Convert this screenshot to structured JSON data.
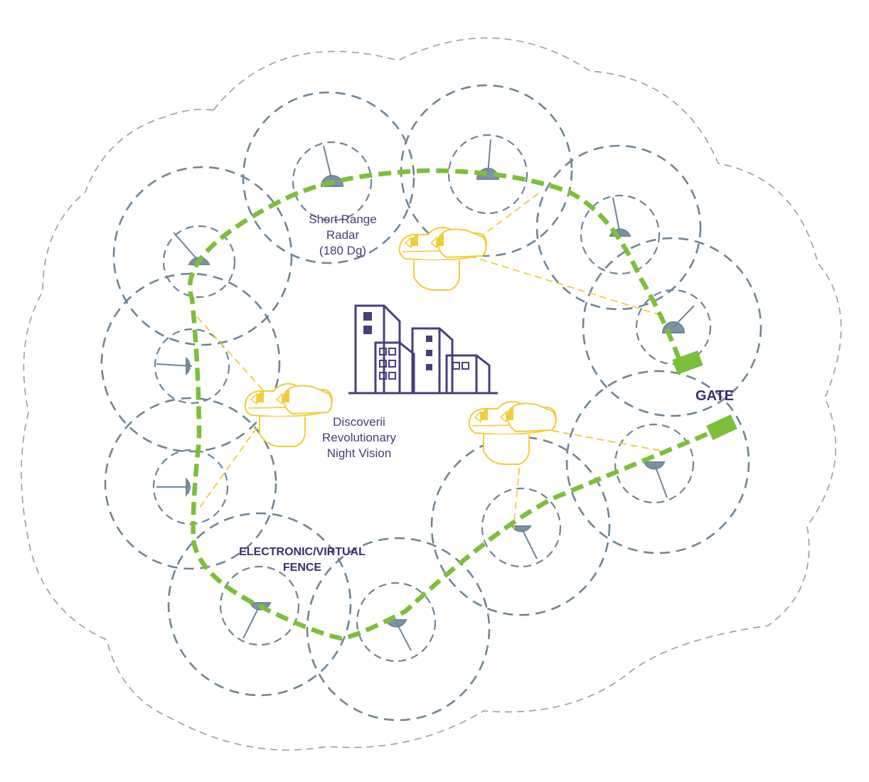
{
  "labels": {
    "radar": [
      "Short Range",
      "Radar",
      "(180 Dg)"
    ],
    "night_vision": [
      "Discoverii",
      "Revolutionary",
      "Night Vision"
    ],
    "fence": [
      "ELECTRONIC/VIRTUAL",
      "FENCE"
    ],
    "gate": "GATE"
  },
  "icons": {
    "building": "buildings-icon",
    "camera": "camera-icon",
    "radar": "radar-icon"
  },
  "colors": {
    "fence": "#7cbf3b",
    "radar": "#6d8596",
    "outer_zone": "#8fa0ac",
    "camera": "#f1cd3a",
    "building": "#4b3b80",
    "text": "#3b2b73"
  }
}
